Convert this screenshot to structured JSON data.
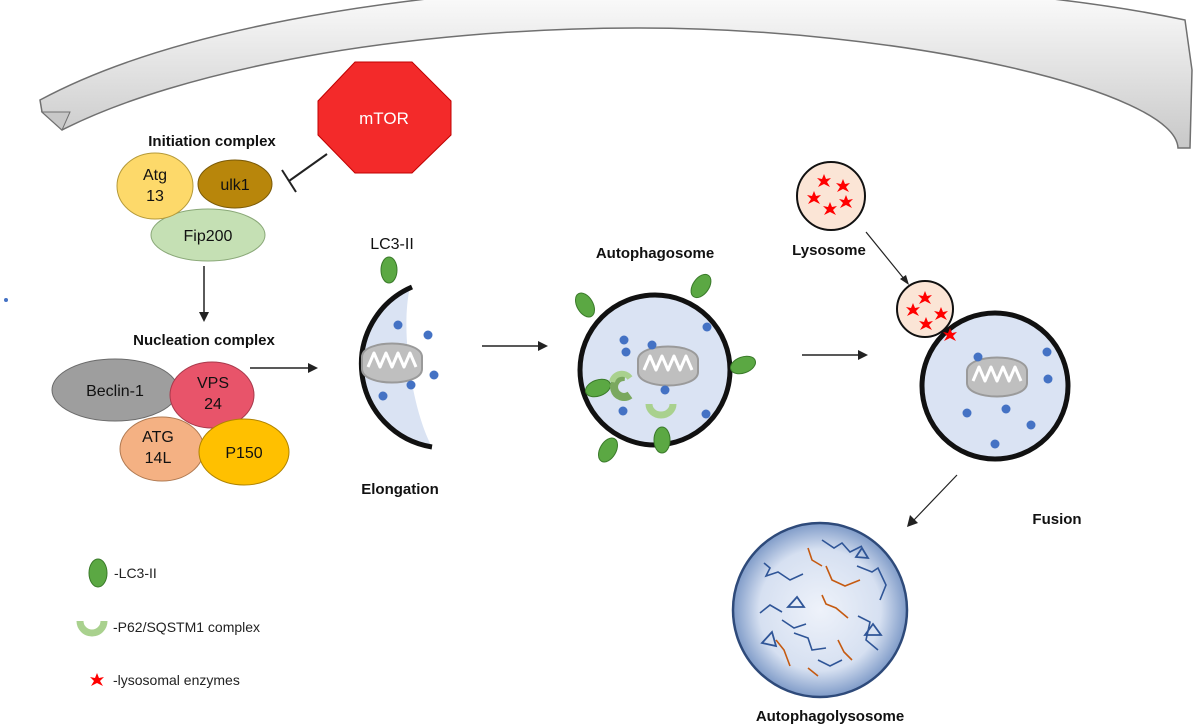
{
  "inhibitor": {
    "label": "mTOR"
  },
  "initiation": {
    "title": "Initiation complex",
    "proteins": {
      "atg13_line1": "Atg",
      "atg13_line2": "13",
      "ulk1": "ulk1",
      "fip200": "Fip200"
    }
  },
  "nucleation": {
    "title": "Nucleation complex",
    "proteins": {
      "beclin": "Beclin-1",
      "vps_line1": "VPS",
      "vps_line2": "24",
      "atg14_line1": "ATG",
      "atg14_line2": "14L",
      "p150": "P150"
    }
  },
  "stages": {
    "lc3_label": "LC3-II",
    "elongation": "Elongation",
    "autophagosome": "Autophagosome",
    "lysosome": "Lysosome",
    "fusion": "Fusion",
    "autophagolysosome": "Autophagolysosome"
  },
  "legend": {
    "lc3": "-LC3-II",
    "p62": "-P62/SQSTM1 complex",
    "enzymes": "-lysosomal enzymes"
  },
  "colors": {
    "mtor": "#f32a2a",
    "atg13": "#fdd96a",
    "ulk1": "#b8860b",
    "fip200": "#c5e0b4",
    "beclin": "#9e9e9e",
    "vps24": "#e8546a",
    "atg14l": "#f4b183",
    "p150": "#ffc000",
    "vesicle_fill": "#dae3f3",
    "cargo_dot": "#4472c4",
    "lc3_green": "#5ba843",
    "p62_green": "#a9d18e",
    "enzyme_red": "#ff0000",
    "lysosome_fill": "#fbe5d6"
  }
}
